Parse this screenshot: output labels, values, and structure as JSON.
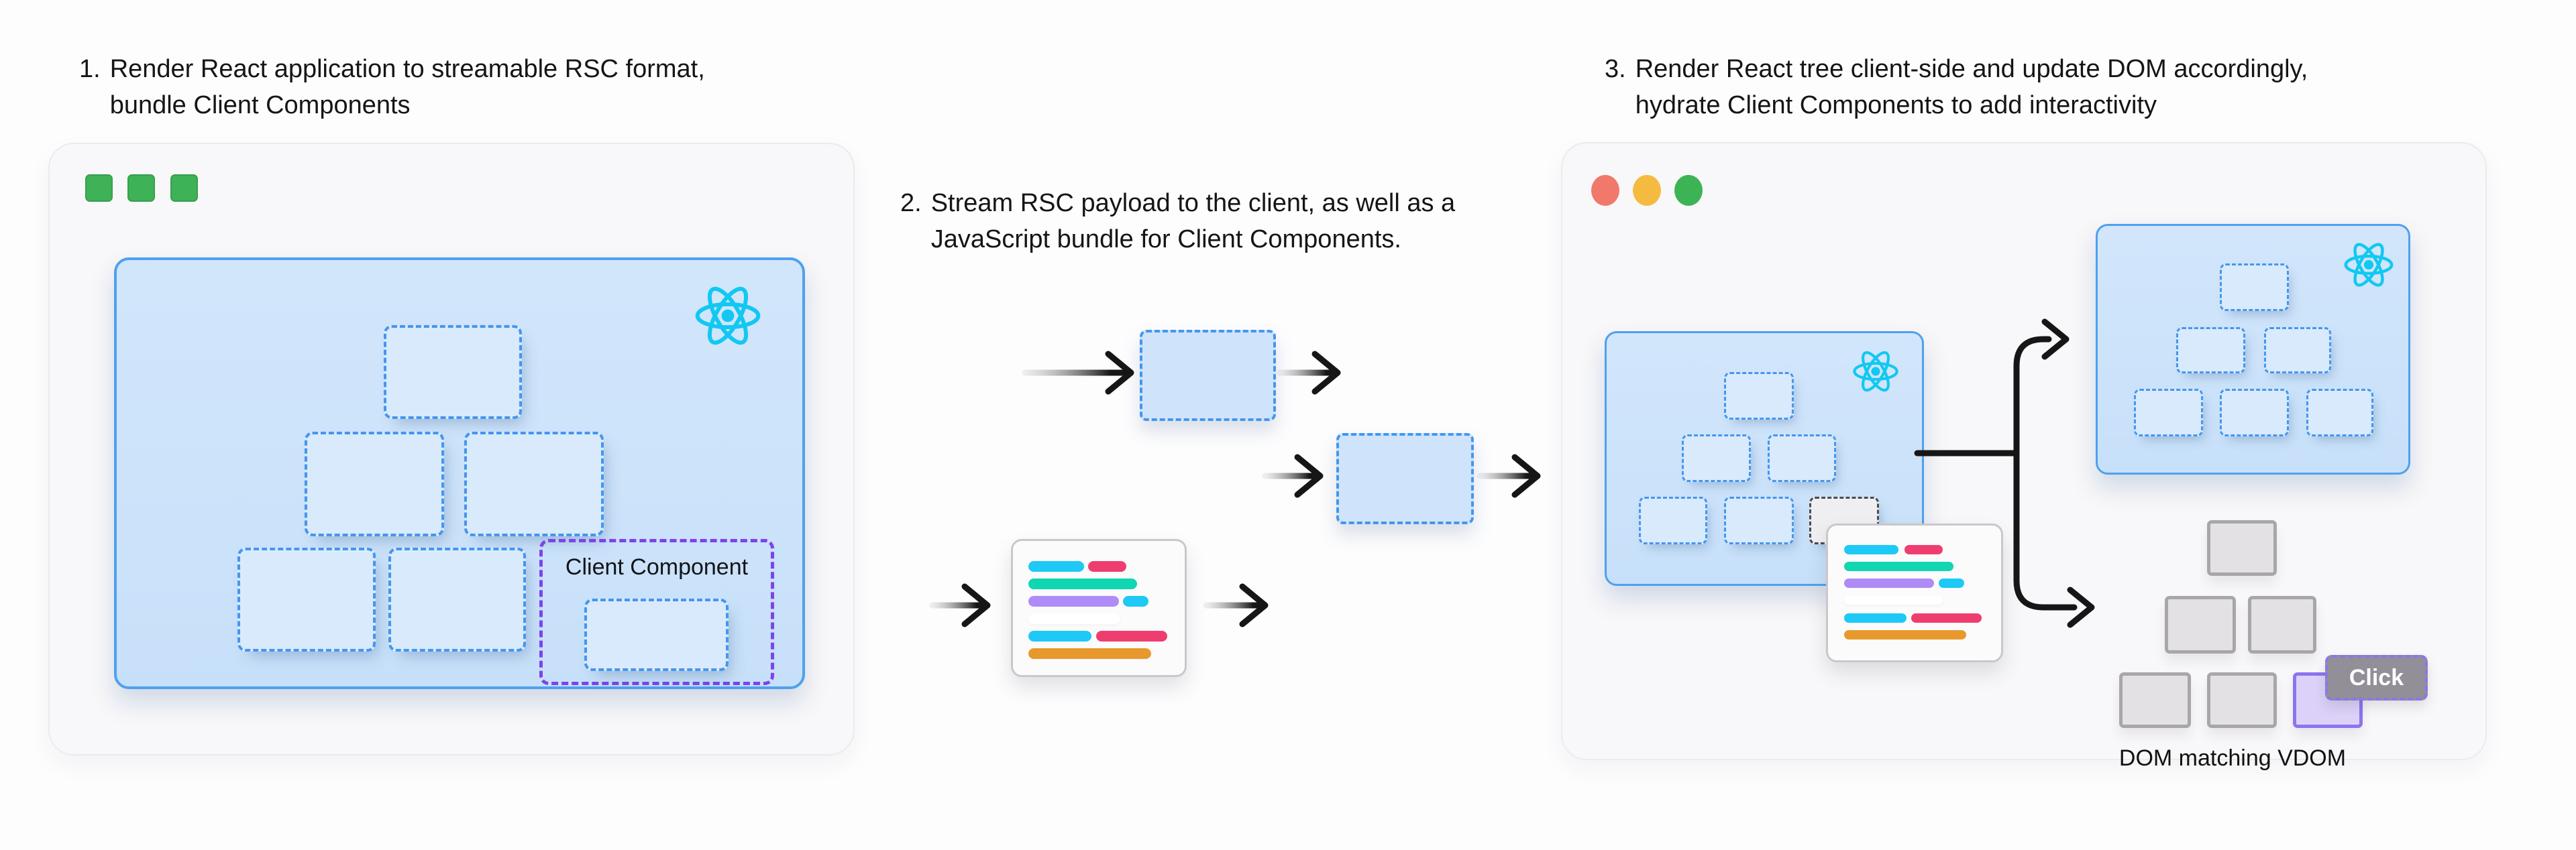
{
  "steps": [
    {
      "num": "1.",
      "line1": "Render React application to streamable RSC format,",
      "line2": "bundle Client Components"
    },
    {
      "num": "2.",
      "line1": "Stream RSC payload to the client, as well as a",
      "line2": "JavaScript bundle for Client Components."
    },
    {
      "num": "3.",
      "line1": "Render React tree client-side and update DOM accordingly,",
      "line2": "hydrate Client Components to add interactivity"
    }
  ],
  "labels": {
    "client_component": "Client Component",
    "click_button": "Click",
    "dom_caption": "DOM matching VDOM"
  },
  "icons": {
    "server_window_controls": "three-green-squares",
    "browser_window_controls": "mac-traffic-lights-red-yellow-green",
    "react_logo": "react-atom-icon",
    "stream_arrows": "right-arrow-fading-tail",
    "branch": "split-bracket-two-right-arrows"
  },
  "colors": {
    "react_cyan": "#12C8F2",
    "container_blue_fill": "#C7E0F9",
    "container_blue_border": "#4FA0EF",
    "dashed_box_fill": "#D8EAFC",
    "dashed_box_border": "#4596EE",
    "purple_accent": "#7C43EE",
    "green_square": "#3FB257",
    "traffic_red": "#F0796B",
    "traffic_yellow": "#F5BB40",
    "traffic_green": "#3CB455",
    "bar_cyan": "#1EC9F5",
    "bar_pink": "#EE3E70",
    "bar_teal": "#10D6B2",
    "bar_purple": "#AE8BF7",
    "bar_orange": "#E8992D",
    "dom_box_fill": "#E3E1E4",
    "dom_box_border": "#A8A6AA",
    "dom_purple_fill": "#DCD2F9",
    "dom_purple_border": "#8D74EF",
    "click_bg": "#928F98",
    "arrow_black": "#161616"
  }
}
